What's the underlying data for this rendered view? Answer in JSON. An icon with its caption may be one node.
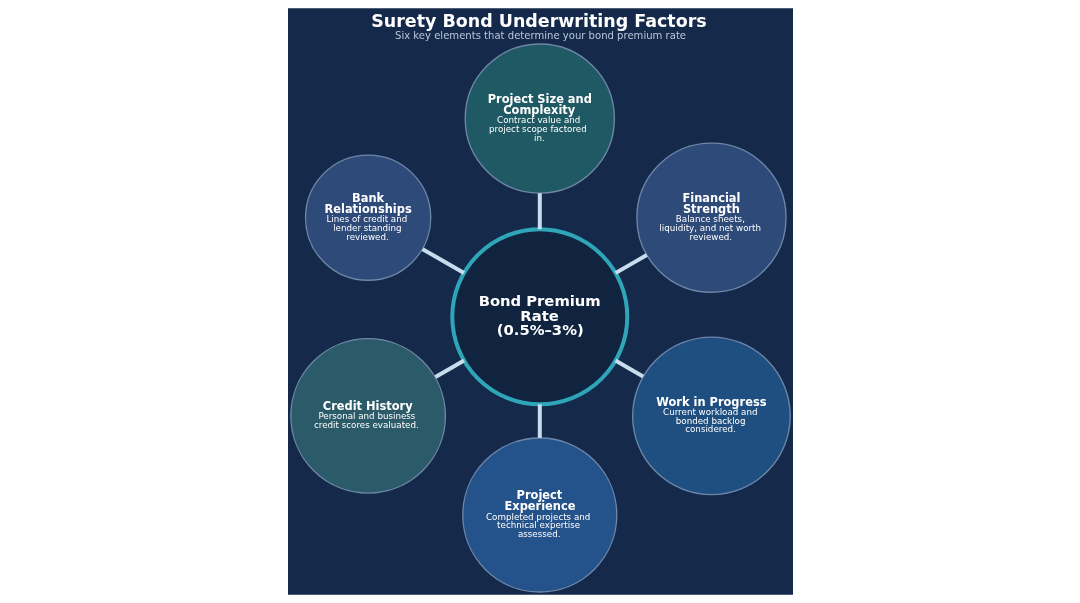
{
  "diagram": {
    "title": "Surety Bond Underwriting Factors",
    "caption": "Six key elements that determine your bond premium rate",
    "nodes": [
      {
        "text": [
          "Bond Premium Rate (0.5%–3%)"
        ]
      },
      {
        "text": [
          "Financial Strength",
          "Balance sheets, liquidity, and net worth reviewed."
        ]
      },
      {
        "text": [
          "Project Size and Complexity",
          "Contract value and project scope factored in."
        ]
      },
      {
        "text": [
          "Bank Relationships",
          "Lines of credit and lender standing reviewed."
        ]
      },
      {
        "text": [
          "Credit History",
          "Personal and business credit scores evaluated."
        ]
      },
      {
        "text": [
          "Project Experience",
          "Completed projects and technical expertise assessed."
        ]
      },
      {
        "text": [
          "Work in Progress",
          "Current workload and bonded backlog considered."
        ]
      }
    ],
    "edges": [
      {
        "from": 0,
        "to": 1,
        "arrow": "none"
      },
      {
        "from": 0,
        "to": 2,
        "arrow": "none"
      },
      {
        "from": 0,
        "to": 3,
        "arrow": "none"
      },
      {
        "from": 0,
        "to": 4,
        "arrow": "none"
      },
      {
        "from": 0,
        "to": 5,
        "arrow": "none"
      },
      {
        "from": 0,
        "to": 6,
        "arrow": "none"
      }
    ]
  }
}
